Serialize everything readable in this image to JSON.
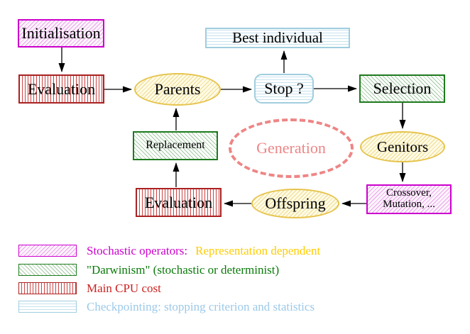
{
  "nodes": {
    "initialisation": "Initialisation",
    "evaluation_top": "Evaluation",
    "parents": "Parents",
    "best_individual": "Best individual",
    "stop": "Stop ?",
    "selection": "Selection",
    "genitors": "Genitors",
    "crossover_line1": "Crossover,",
    "crossover_line2": "Mutation, ...",
    "offspring": "Offspring",
    "evaluation_bottom": "Evaluation",
    "replacement": "Replacement",
    "generation": "Generation"
  },
  "legend": {
    "stochastic_label": "Stochastic operators:",
    "representation_label": "Representation dependent",
    "darwinism_label": "\"Darwinism\" (stochastic or determinist)",
    "cpu_label": "Main CPU cost",
    "checkpointing_label": "Checkpointing: stopping criterion and statistics"
  },
  "colors": {
    "magenta": "#cc00cc",
    "green": "#1e7a1e",
    "red": "#aa2222",
    "cyan": "#a0cede",
    "yellow": "#e6c44e",
    "gold_text": "#ffcc00",
    "salmon": "#ee8585",
    "arrow": "#000000"
  }
}
